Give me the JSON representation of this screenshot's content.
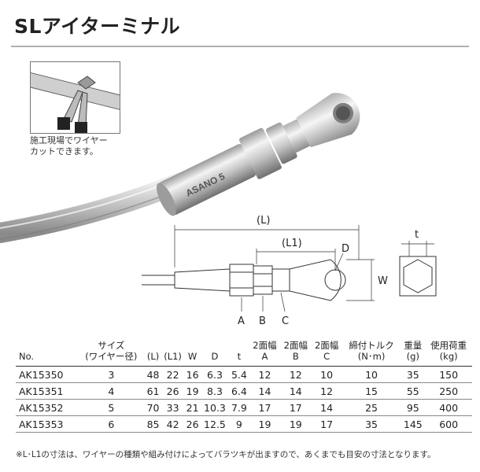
{
  "title": "SLアイターミナル",
  "caption": [
    "施工現場でワイヤー",
    "カットできます。"
  ],
  "product_marking": "ASANO 5",
  "drawing_labels": {
    "L": "(L)",
    "L1": "(L1)",
    "D": "D",
    "W": "W",
    "t": "t",
    "A": "A",
    "B": "B",
    "C": "C"
  },
  "table": {
    "headers": [
      [
        "No."
      ],
      [
        "サイズ",
        "(ワイヤー径)"
      ],
      [
        "(L)"
      ],
      [
        "(L1)"
      ],
      [
        "W"
      ],
      [
        "D"
      ],
      [
        "t"
      ],
      [
        "2面幅",
        "A"
      ],
      [
        "2面幅",
        "B"
      ],
      [
        "2面幅",
        "C"
      ],
      [
        "締付トルク",
        "(N･m)"
      ],
      [
        "重量",
        "(g)"
      ],
      [
        "使用荷重",
        "(kg)"
      ]
    ],
    "rows": [
      [
        "AK15350",
        "3",
        "48",
        "22",
        "16",
        "6.3",
        "5.4",
        "12",
        "12",
        "10",
        "10",
        "35",
        "150"
      ],
      [
        "AK15351",
        "4",
        "61",
        "26",
        "19",
        "8.3",
        "6.4",
        "14",
        "14",
        "12",
        "15",
        "55",
        "250"
      ],
      [
        "AK15352",
        "5",
        "70",
        "33",
        "21",
        "10.3",
        "7.9",
        "17",
        "17",
        "14",
        "25",
        "95",
        "400"
      ],
      [
        "AK15353",
        "6",
        "85",
        "42",
        "26",
        "12.5",
        "9",
        "19",
        "19",
        "17",
        "35",
        "145",
        "600"
      ]
    ]
  },
  "note": "※L･L1の寸法は、ワイヤーの種類や組み付けによってバラツキが出ますので、あくまでも目安の寸法となります。",
  "colors": {
    "text": "#222222",
    "rule": "#b0b0b0",
    "metal": "#c8c8c8"
  }
}
